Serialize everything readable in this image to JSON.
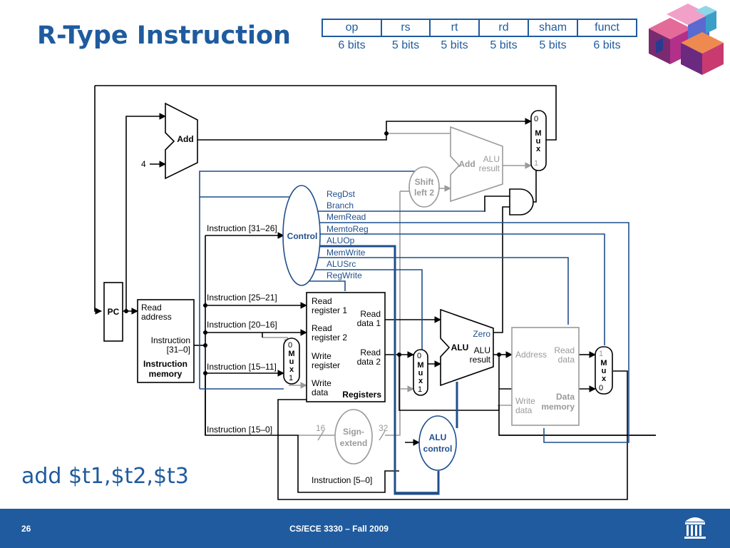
{
  "slide": {
    "title": "R-Type Instruction",
    "example": "add $t1,$t2,$t3",
    "page_number": "26",
    "course": "CS/ECE 3330 – Fall 2009"
  },
  "format": {
    "fields": [
      {
        "name": "op",
        "bits": "6 bits"
      },
      {
        "name": "rs",
        "bits": "5 bits"
      },
      {
        "name": "rt",
        "bits": "5 bits"
      },
      {
        "name": "rd",
        "bits": "5 bits"
      },
      {
        "name": "sham",
        "bits": "5 bits"
      },
      {
        "name": "funct",
        "bits": "6 bits"
      }
    ]
  },
  "diagram": {
    "pc": "PC",
    "add_pc": "Add",
    "four": "4",
    "imem": [
      "Read",
      "address",
      "Instruction",
      "[31–0]",
      "Instruction",
      "memory"
    ],
    "instr_fields": [
      "Instruction [31–26]",
      "Instruction [25–21]",
      "Instruction [20–16]",
      "Instruction [15–11]",
      "Instruction [15–0]",
      "Instruction [5–0]"
    ],
    "control": "Control",
    "control_signals": [
      "RegDst",
      "Branch",
      "MemRead",
      "MemtoReg",
      "ALUOp",
      "MemWrite",
      "ALUSrc",
      "RegWrite"
    ],
    "registers": [
      "Read",
      "register 1",
      "Read",
      "register 2",
      "Write",
      "register",
      "Write",
      "data",
      "Read",
      "data 1",
      "Read",
      "data 2",
      "Registers"
    ],
    "mux_letters": [
      "M",
      "u",
      "x"
    ],
    "mux_zero": "0",
    "mux_one": "1",
    "alu": [
      "ALU",
      "Zero",
      "ALU",
      "result"
    ],
    "alu_control": [
      "ALU",
      "control"
    ],
    "sign_extend": [
      "Sign-",
      "extend"
    ],
    "widths": [
      "16",
      "32"
    ],
    "shift": [
      "Shift",
      "left 2"
    ],
    "add_branch": [
      "Add",
      "ALU",
      "result"
    ],
    "dmem": [
      "Address",
      "Read",
      "data",
      "Write",
      "data",
      "Data",
      "memory"
    ]
  },
  "colors": {
    "accent": "#1f5b9e",
    "wire": "#000000",
    "control_wire": "#1f4e8c",
    "inactive": "#9a9a9a"
  }
}
